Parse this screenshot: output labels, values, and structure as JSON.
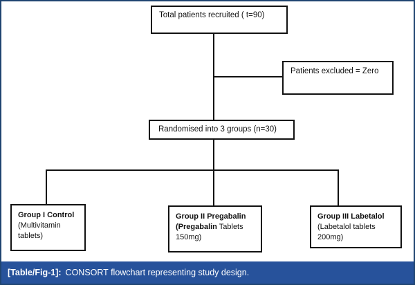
{
  "figure": {
    "frame_color": "#1f4471",
    "caption": {
      "label": "[Table/Fig-1]:",
      "text": "CONSORT flowchart representing study design.",
      "bar_color": "#27529b",
      "text_color": "#ffffff"
    }
  },
  "flowchart": {
    "line_color": "#111111",
    "box_border_color": "#111111",
    "nodes": {
      "total_recruited": {
        "text": "Total patients recruited ( t=90)"
      },
      "excluded": {
        "text": "Patients excluded = Zero"
      },
      "randomised": {
        "text": "Randomised into 3 groups (n=30)"
      },
      "group1": {
        "title": "Group I Control",
        "sub_line1": "(Multivitamin",
        "sub_line2": "tablets)"
      },
      "group2": {
        "title": "Group II Pregabalin",
        "sub_bold": "(Pregabalin",
        "sub_rest": " Tablets",
        "sub_line2": "150mg)"
      },
      "group3": {
        "title": "Group III Labetalol",
        "sub_line1": "(Labetalol tablets",
        "sub_line2": "200mg)"
      }
    }
  },
  "chart_data": {
    "type": "diagram",
    "diagram_kind": "CONSORT flowchart",
    "title": "CONSORT flowchart representing study design.",
    "nodes": [
      {
        "id": "total_recruited",
        "label": "Total patients recruited ( t=90)",
        "total": 90
      },
      {
        "id": "excluded",
        "label": "Patients excluded = Zero",
        "excluded": 0
      },
      {
        "id": "randomised",
        "label": "Randomised into 3 groups (n=30)",
        "groups": 3,
        "n_per_group": 30
      },
      {
        "id": "group1",
        "label": "Group I Control (Multivitamin tablets)",
        "arm": "Control",
        "drug": "Multivitamin tablets",
        "n": 30
      },
      {
        "id": "group2",
        "label": "Group II Pregabalin (Pregabalin Tablets 150mg)",
        "arm": "Pregabalin",
        "drug": "Pregabalin Tablets",
        "dose": "150mg",
        "n": 30
      },
      {
        "id": "group3",
        "label": "Group III Labetalol (Labetalol tablets 200mg)",
        "arm": "Labetalol",
        "drug": "Labetalol tablets",
        "dose": "200mg",
        "n": 30
      }
    ],
    "edges": [
      {
        "from": "total_recruited",
        "to": "excluded"
      },
      {
        "from": "total_recruited",
        "to": "randomised"
      },
      {
        "from": "randomised",
        "to": "group1"
      },
      {
        "from": "randomised",
        "to": "group2"
      },
      {
        "from": "randomised",
        "to": "group3"
      }
    ]
  }
}
